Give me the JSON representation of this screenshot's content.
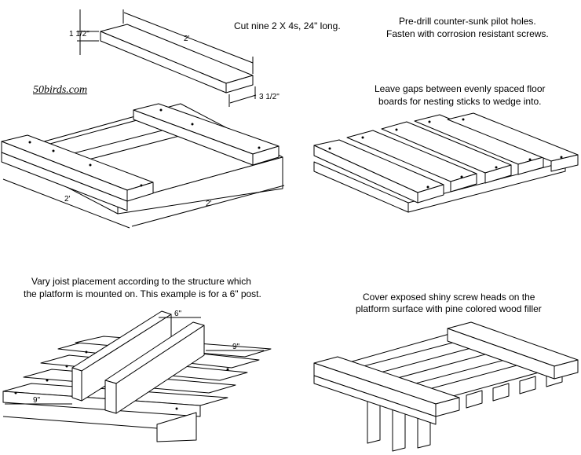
{
  "site": "50birds.com",
  "captions": {
    "cut": "Cut nine 2 X 4s, 24\" long.",
    "predrill_1": "Pre-drill counter-sunk pilot holes.",
    "predrill_2": "Fasten with corrosion resistant screws.",
    "gaps_1": "Leave gaps between evenly spaced floor",
    "gaps_2": "boards for nesting sticks to wedge into.",
    "vary_1": "Vary joist placement according to the structure which",
    "vary_2": "the platform is mounted on.  This example is for a 6\" post.",
    "cover_1": "Cover exposed shiny screw heads on the",
    "cover_2": "platform surface with pine colored wood filler"
  },
  "dimensions": {
    "board_length": "2'",
    "board_height": "1 1/2\"",
    "board_width": "3 1/2\"",
    "frame_side_a": "2'",
    "frame_side_b": "2'",
    "post_width": "6\"",
    "offset_right": "9\"",
    "offset_left": "9\""
  }
}
